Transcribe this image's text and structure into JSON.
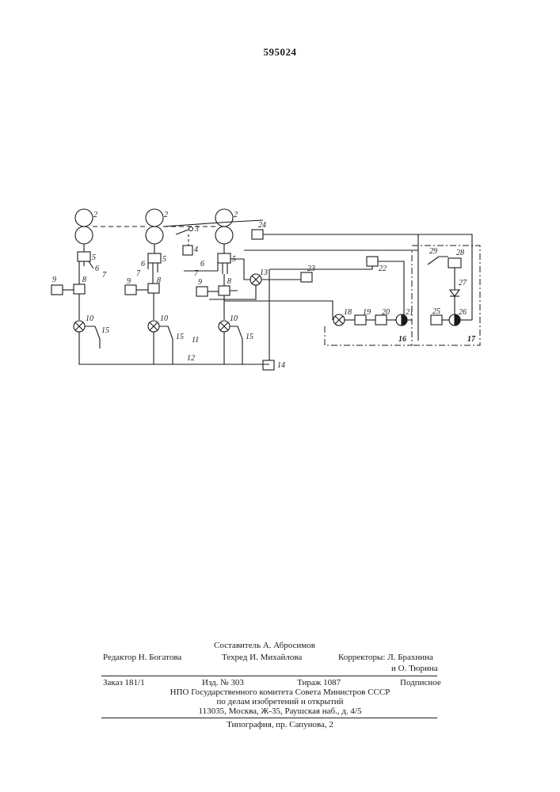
{
  "header": {
    "patent_number": "595024"
  },
  "diagram": {
    "labels": {
      "roll": "2",
      "n3": "3",
      "n4": "4",
      "n5": "5",
      "n6": "6",
      "n7": "7",
      "n8": "8",
      "n9": "9",
      "n10": "10",
      "n11": "11",
      "n12": "12",
      "n13": "13",
      "n14": "14",
      "n15": "15",
      "n16": "16",
      "n17": "17",
      "n18": "18",
      "n19": "19",
      "n20": "20",
      "n21": "21",
      "n22": "22",
      "n23": "23",
      "n24": "24",
      "n25": "25",
      "n26": "26",
      "n27": "27",
      "n28": "28",
      "n29": "29"
    }
  },
  "credits": {
    "compiler": "Составитель А. Абросимов",
    "editor": "Редактор Н. Богатова",
    "techred": "Техред И. Михайлова",
    "correctors_1": "Корректоры: Л. Брахнина",
    "correctors_2": "и О. Тюрина"
  },
  "imprint": {
    "order": "Заказ 181/1",
    "edition": "Изд. № 303",
    "circulation": "Тираж 1087",
    "subscription": "Подписное",
    "org_1": "НПО Государственного комитета Совета Министров СССР",
    "org_2": "по делам изобретений и открытий",
    "address": "113035, Москва, Ж-35, Раушская наб., д. 4/5",
    "printer": "Типография, пр. Сапунова, 2"
  }
}
